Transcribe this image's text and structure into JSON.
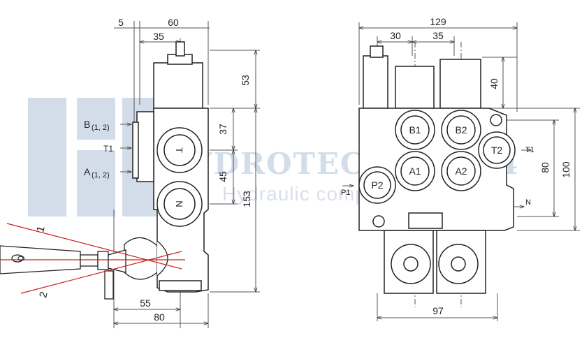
{
  "watermark": {
    "brand": "HYDROTECHNIK 24",
    "subtitle": "Hydraulic components"
  },
  "left_view": {
    "dims": {
      "top_offset": "5",
      "top_width": "60",
      "top_inner": "35",
      "cap_height": "53",
      "port_spacing_1": "37",
      "port_spacing_2": "45",
      "body_height": "153",
      "lever_offset": "55",
      "bottom_width": "80"
    },
    "ports": {
      "b": "B",
      "b_sub": "(1, 2)",
      "t1": "T1",
      "a": "A",
      "a_sub": "(1, 2)"
    },
    "port_markers": {
      "t": "T",
      "n": "N"
    },
    "lever_positions": {
      "pos1": "1",
      "pos0": "0",
      "pos2": "2"
    }
  },
  "right_view": {
    "dims": {
      "overall_width": "129",
      "offset_30": "30",
      "offset_35": "35",
      "cap_height": "40",
      "height_80": "80",
      "height_100": "100",
      "bottom_width": "97"
    },
    "ports": {
      "b1": "B1",
      "b2": "B2",
      "a1": "A1",
      "a2": "A2",
      "t2": "T2",
      "p2": "P2",
      "p1": "P1",
      "t1": "T1",
      "n": "N"
    }
  }
}
